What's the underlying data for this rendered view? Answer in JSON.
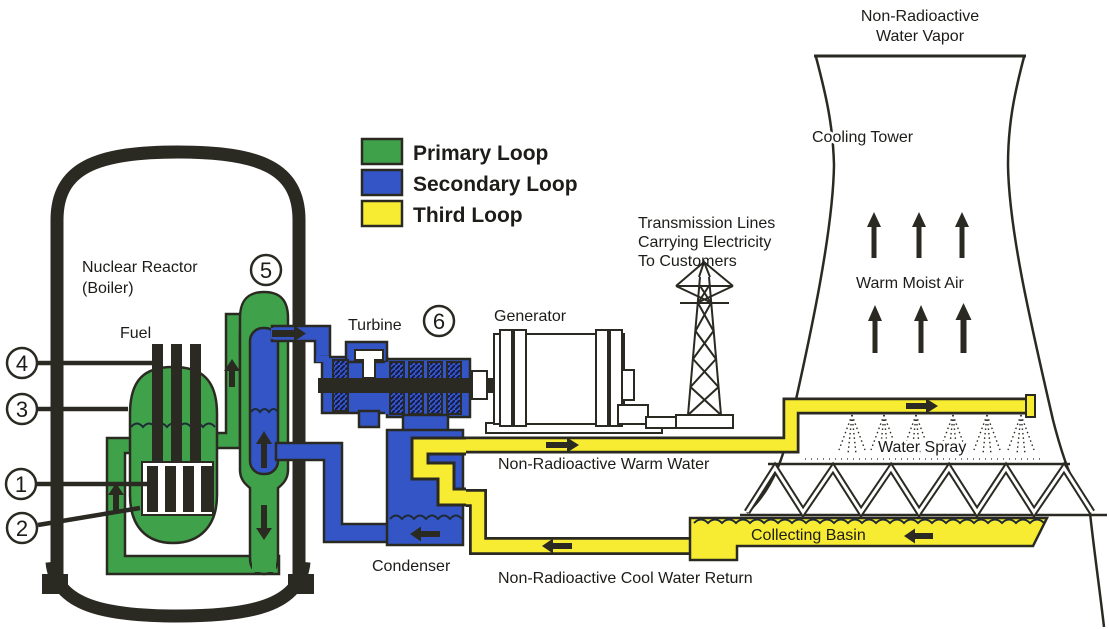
{
  "legend": {
    "items": [
      {
        "label": "Primary Loop",
        "color": "#3FA24A"
      },
      {
        "label": "Secondary Loop",
        "color": "#3355C6"
      },
      {
        "label": "Third Loop",
        "color": "#F7EC31"
      }
    ]
  },
  "reactor": {
    "name_line1": "Nuclear Reactor",
    "name_line2": "(Boiler)",
    "fuel_label": "Fuel"
  },
  "equipment": {
    "turbine_label": "Turbine",
    "generator_label": "Generator",
    "condenser_label": "Condenser"
  },
  "transmission": {
    "line1": "Transmission Lines",
    "line2": "Carrying Electricity",
    "line3": "To Customers"
  },
  "cooling_tower": {
    "vapor_line1": "Non-Radioactive",
    "vapor_line2": "Water Vapor",
    "label": "Cooling Tower",
    "warm_moist_air": "Warm Moist Air",
    "water_spray": "Water Spray",
    "collecting_basin": "Collecting Basin"
  },
  "pipes": {
    "warm_water": "Non-Radioactive Warm Water",
    "cool_water_return": "Non-Radioactive Cool Water Return"
  },
  "callouts": [
    "1",
    "2",
    "3",
    "4",
    "5",
    "6"
  ],
  "colors": {
    "primary_loop": "#3FA24A",
    "secondary_loop": "#3355C6",
    "third_loop": "#F7EC31",
    "outline": "#2B2A22"
  }
}
